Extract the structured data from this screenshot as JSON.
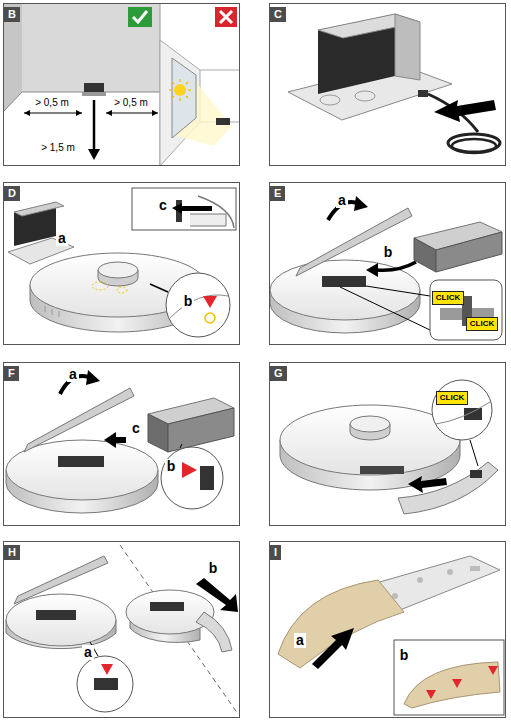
{
  "diagram": {
    "nodes": [
      {
        "text": [
          "B"
        ]
      },
      {
        "text": [
          "C"
        ]
      },
      {
        "text": [
          "D"
        ]
      },
      {
        "text": [
          "E"
        ]
      },
      {
        "text": [
          "F"
        ]
      },
      {
        "text": [
          "G"
        ]
      },
      {
        "text": [
          "H"
        ]
      },
      {
        "text": [
          "I"
        ]
      }
    ],
    "labels": [
      "> 0,5 m",
      "> 0,5 m",
      "> 1,5 m",
      "a",
      "b",
      "c",
      "a",
      "b",
      "CLICK",
      "CLICK",
      "a",
      "b",
      "c",
      "CLICK",
      "a",
      "b",
      "a",
      "b"
    ]
  }
}
